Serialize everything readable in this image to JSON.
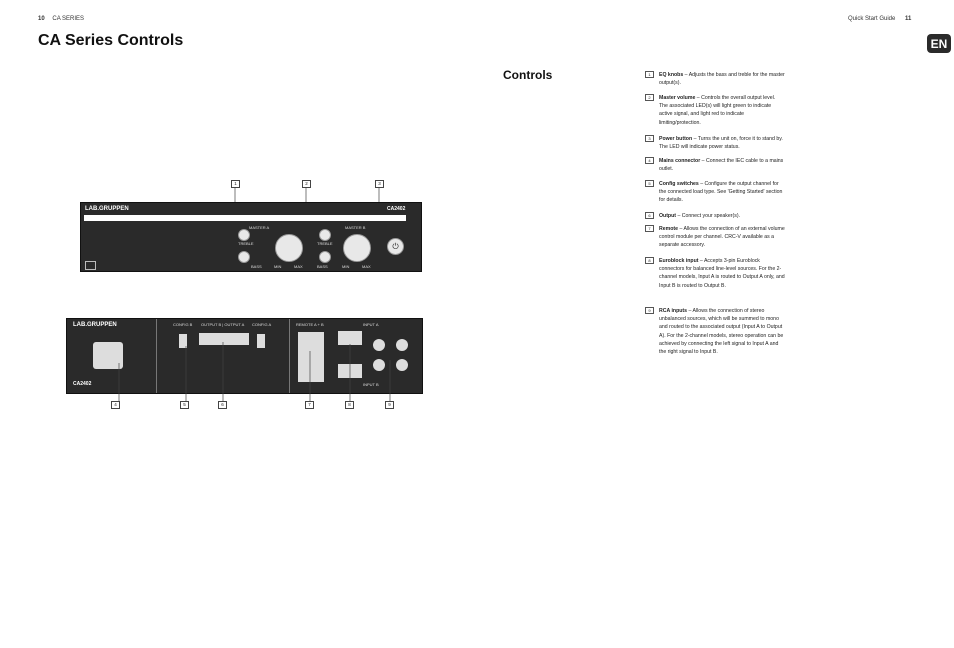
{
  "header": {
    "left_page_number": "10",
    "left_series": "CA SERIES",
    "right_guide": "Quick Start Guide",
    "right_page_number": "11"
  },
  "page_title": "CA Series Controls",
  "language_badge": "EN",
  "controls_heading": "Controls",
  "controls": [
    {
      "num": "1",
      "term": "EQ knobs",
      "desc": " – Adjusts the bass and treble for the master output(s)."
    },
    {
      "num": "2",
      "term": "Master volume",
      "desc": " – Controls the overall output level. The associated LED(s) will light green to indicate active signal, and light red to indicate limiting/protection."
    },
    {
      "num": "3",
      "term": "Power button",
      "desc": " – Turns the unit on, force it to stand by. The LED will indicate power status."
    },
    {
      "num": "4",
      "term": "Mains connector",
      "desc": " – Connect the IEC cable to a mains outlet."
    },
    {
      "num": "5",
      "term": "Config switches",
      "desc": " – Configure the output channel for the connected load type. See 'Getting Started' section for details."
    },
    {
      "num": "6",
      "term": "Output",
      "desc": " – Connect your speaker(s)."
    },
    {
      "num": "7",
      "term": "Remote",
      "desc": " – Allows the connection of an external volume control module per channel. CRC-V available as a separate accessory."
    },
    {
      "num": "8",
      "term": "Euroblock input",
      "desc": " – Accepts 3-pin Euroblock connectors for balanced line-level sources. For the 2-channel models, Input A is routed to Output A only, and Input B is routed to Output B."
    },
    {
      "num": "9",
      "term": "RCA inputs",
      "desc": " – Allows the connection of stereo unbalanced sources, which will be summed to mono and routed to the associated output (Input A to Output A). For the 2-channel models, stereo operation can be achieved by connecting the left signal to Input A and the right signal to Input B."
    }
  ],
  "front_panel": {
    "brand": "LAB.GRUPPEN",
    "model": "CA2402",
    "master_a": "MASTER A",
    "master_b": "MASTER B",
    "treble": "TREBLE",
    "bass": "BASS",
    "min": "MIN",
    "max": "MAX",
    "callouts": [
      "1",
      "2",
      "3"
    ]
  },
  "rear_panel": {
    "brand": "LAB.GRUPPEN",
    "model": "CA2402",
    "config_b": "CONFIG B",
    "output_b_a": "OUTPUT B | OUTPUT A",
    "config_a": "CONFIG A",
    "remote": "REMOTE A + B",
    "input_a": "INPUT A",
    "input_b": "INPUT B",
    "callouts": [
      "4",
      "5",
      "6",
      "7",
      "8",
      "9"
    ]
  }
}
